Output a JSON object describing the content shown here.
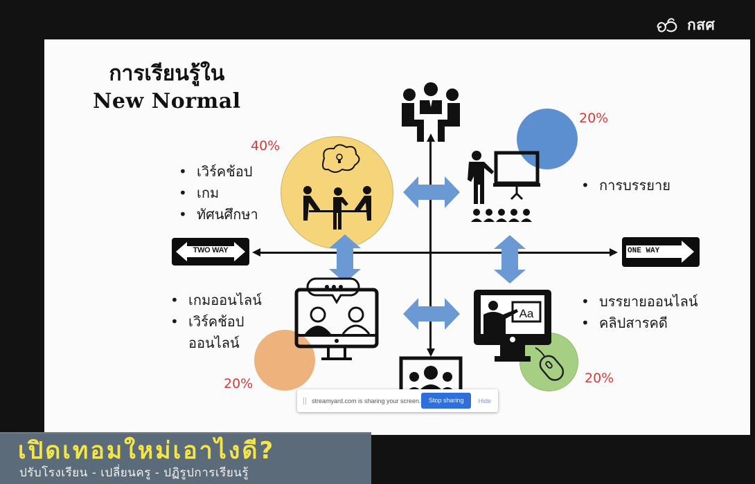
{
  "broadcaster": {
    "logo_text": "กสศ",
    "logo_icon": "kss-logo-icon"
  },
  "slide": {
    "title_line1": "การเรียนรู้ใน",
    "title_line2": "New Normal",
    "quadrants": {
      "top_left": {
        "percent": "40%",
        "color": "#f6d57a",
        "items": [
          "เวิร์คช้อป",
          "เกม",
          "ทัศนศึกษา"
        ],
        "icon": "group-discussion-idea-icon"
      },
      "top_right": {
        "percent": "20%",
        "color": "#5b8fcf",
        "items": [
          "การบรรยาย"
        ],
        "icon": "lecture-presentation-icon"
      },
      "bottom_left": {
        "percent": "20%",
        "color": "#eeb37c",
        "items": [
          "เกมออนไลน์",
          "เวิร์คช้อป",
          "ออนไลน์"
        ],
        "icon": "video-call-monitor-icon"
      },
      "bottom_right": {
        "percent": "20%",
        "color": "#a7cf84",
        "items": [
          "บรรยายออนไลน์",
          "คลิปสารคดี"
        ],
        "icon": "online-lecture-monitor-icon"
      }
    },
    "axis": {
      "left_sign": "TWO WAY",
      "right_sign": "ONE WAY",
      "top_icon": "meeting-group-icon",
      "bottom_icon": "audience-screen-icon"
    }
  },
  "share_bar": {
    "message": "streamyard.com is sharing your screen.",
    "stop_label": "Stop sharing",
    "hide_label": "Hide",
    "accent": "#2f6fdc"
  },
  "lower_third": {
    "headline": "เปิดเทอมใหม่เอาไงดี?",
    "subtitle": "ปรับโรงเรียน - เปลี่ยนครู - ปฏิรูปการเรียนรู้",
    "bg_color": "#5b6b7a",
    "headline_color": "#f4e54a"
  }
}
